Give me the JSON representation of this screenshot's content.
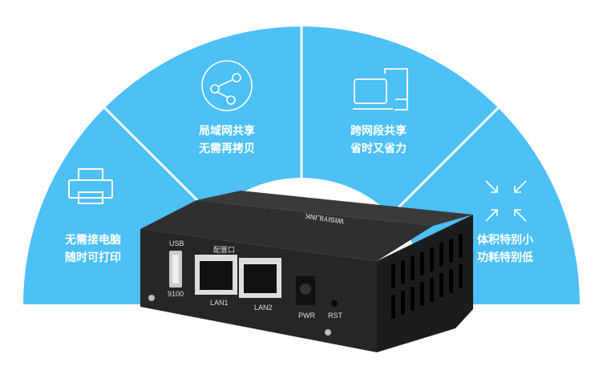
{
  "colors": {
    "accent": "#4dc0f5",
    "device": "#2a2a2a"
  },
  "features": [
    {
      "icon": "printer-icon",
      "line1": "无需接电脑",
      "line2": "随时可打印"
    },
    {
      "icon": "share-icon",
      "line1": "局域网共享",
      "line2": "无需再拷贝"
    },
    {
      "icon": "devices-icon",
      "line1": "跨网段共享",
      "line2": "省时又省力"
    },
    {
      "icon": "compress-arrows-icon",
      "line1": "体积特别小",
      "line2": "功耗特别低"
    }
  ],
  "device": {
    "brand": "WISIYILINK",
    "usb": "USB",
    "port_num": "9100",
    "config_port": "配置口",
    "lan1": "LAN1",
    "lan2": "LAN2",
    "pwr": "PWR",
    "rst": "RST"
  }
}
